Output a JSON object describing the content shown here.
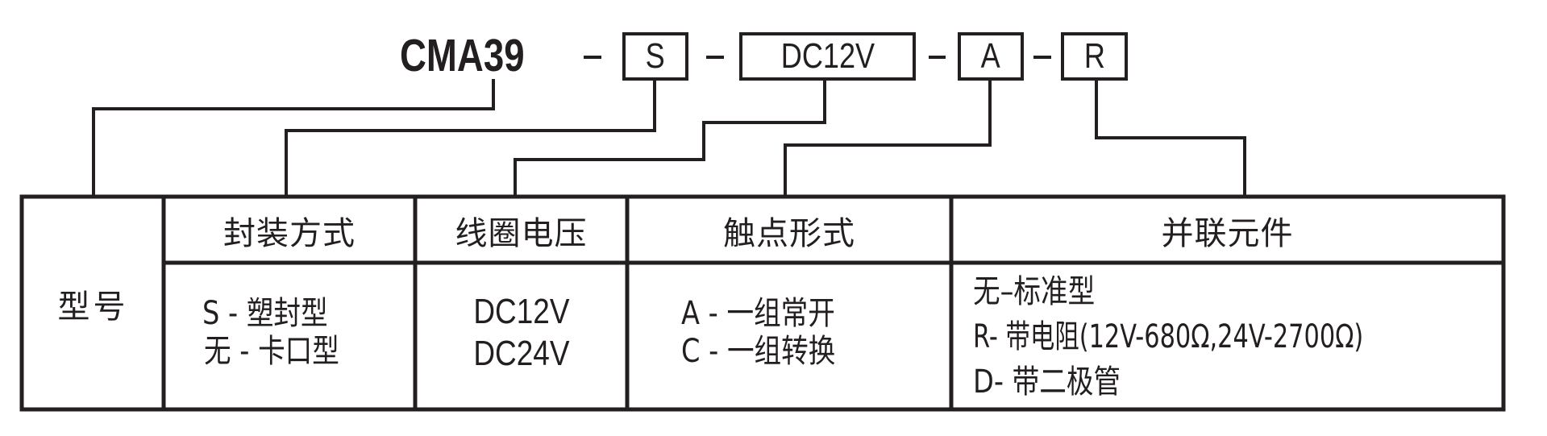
{
  "title": {
    "model": "CMA39",
    "separator": "-",
    "codes": [
      {
        "key": "package",
        "value": "S"
      },
      {
        "key": "coil_voltage",
        "value": "DC12V"
      },
      {
        "key": "contact",
        "value": "A"
      },
      {
        "key": "parallel",
        "value": "R"
      }
    ]
  },
  "table": {
    "model_label": "型号",
    "columns": [
      {
        "header": "封装方式",
        "lines": [
          "S -  塑封型",
          "无 -  卡口型"
        ]
      },
      {
        "header": "线圈电压",
        "lines": [
          "DC12V",
          "DC24V"
        ]
      },
      {
        "header": "触点形式",
        "lines": [
          "A  -  一组常开",
          "C -  一组转换"
        ]
      },
      {
        "header": "并联元件",
        "lines": [
          "无–标准型",
          "R- 带电阻(12V-680Ω,24V-2700Ω)",
          "D-  带二极管"
        ]
      }
    ]
  },
  "colors": {
    "ink": "#231f20",
    "background": "#ffffff"
  }
}
